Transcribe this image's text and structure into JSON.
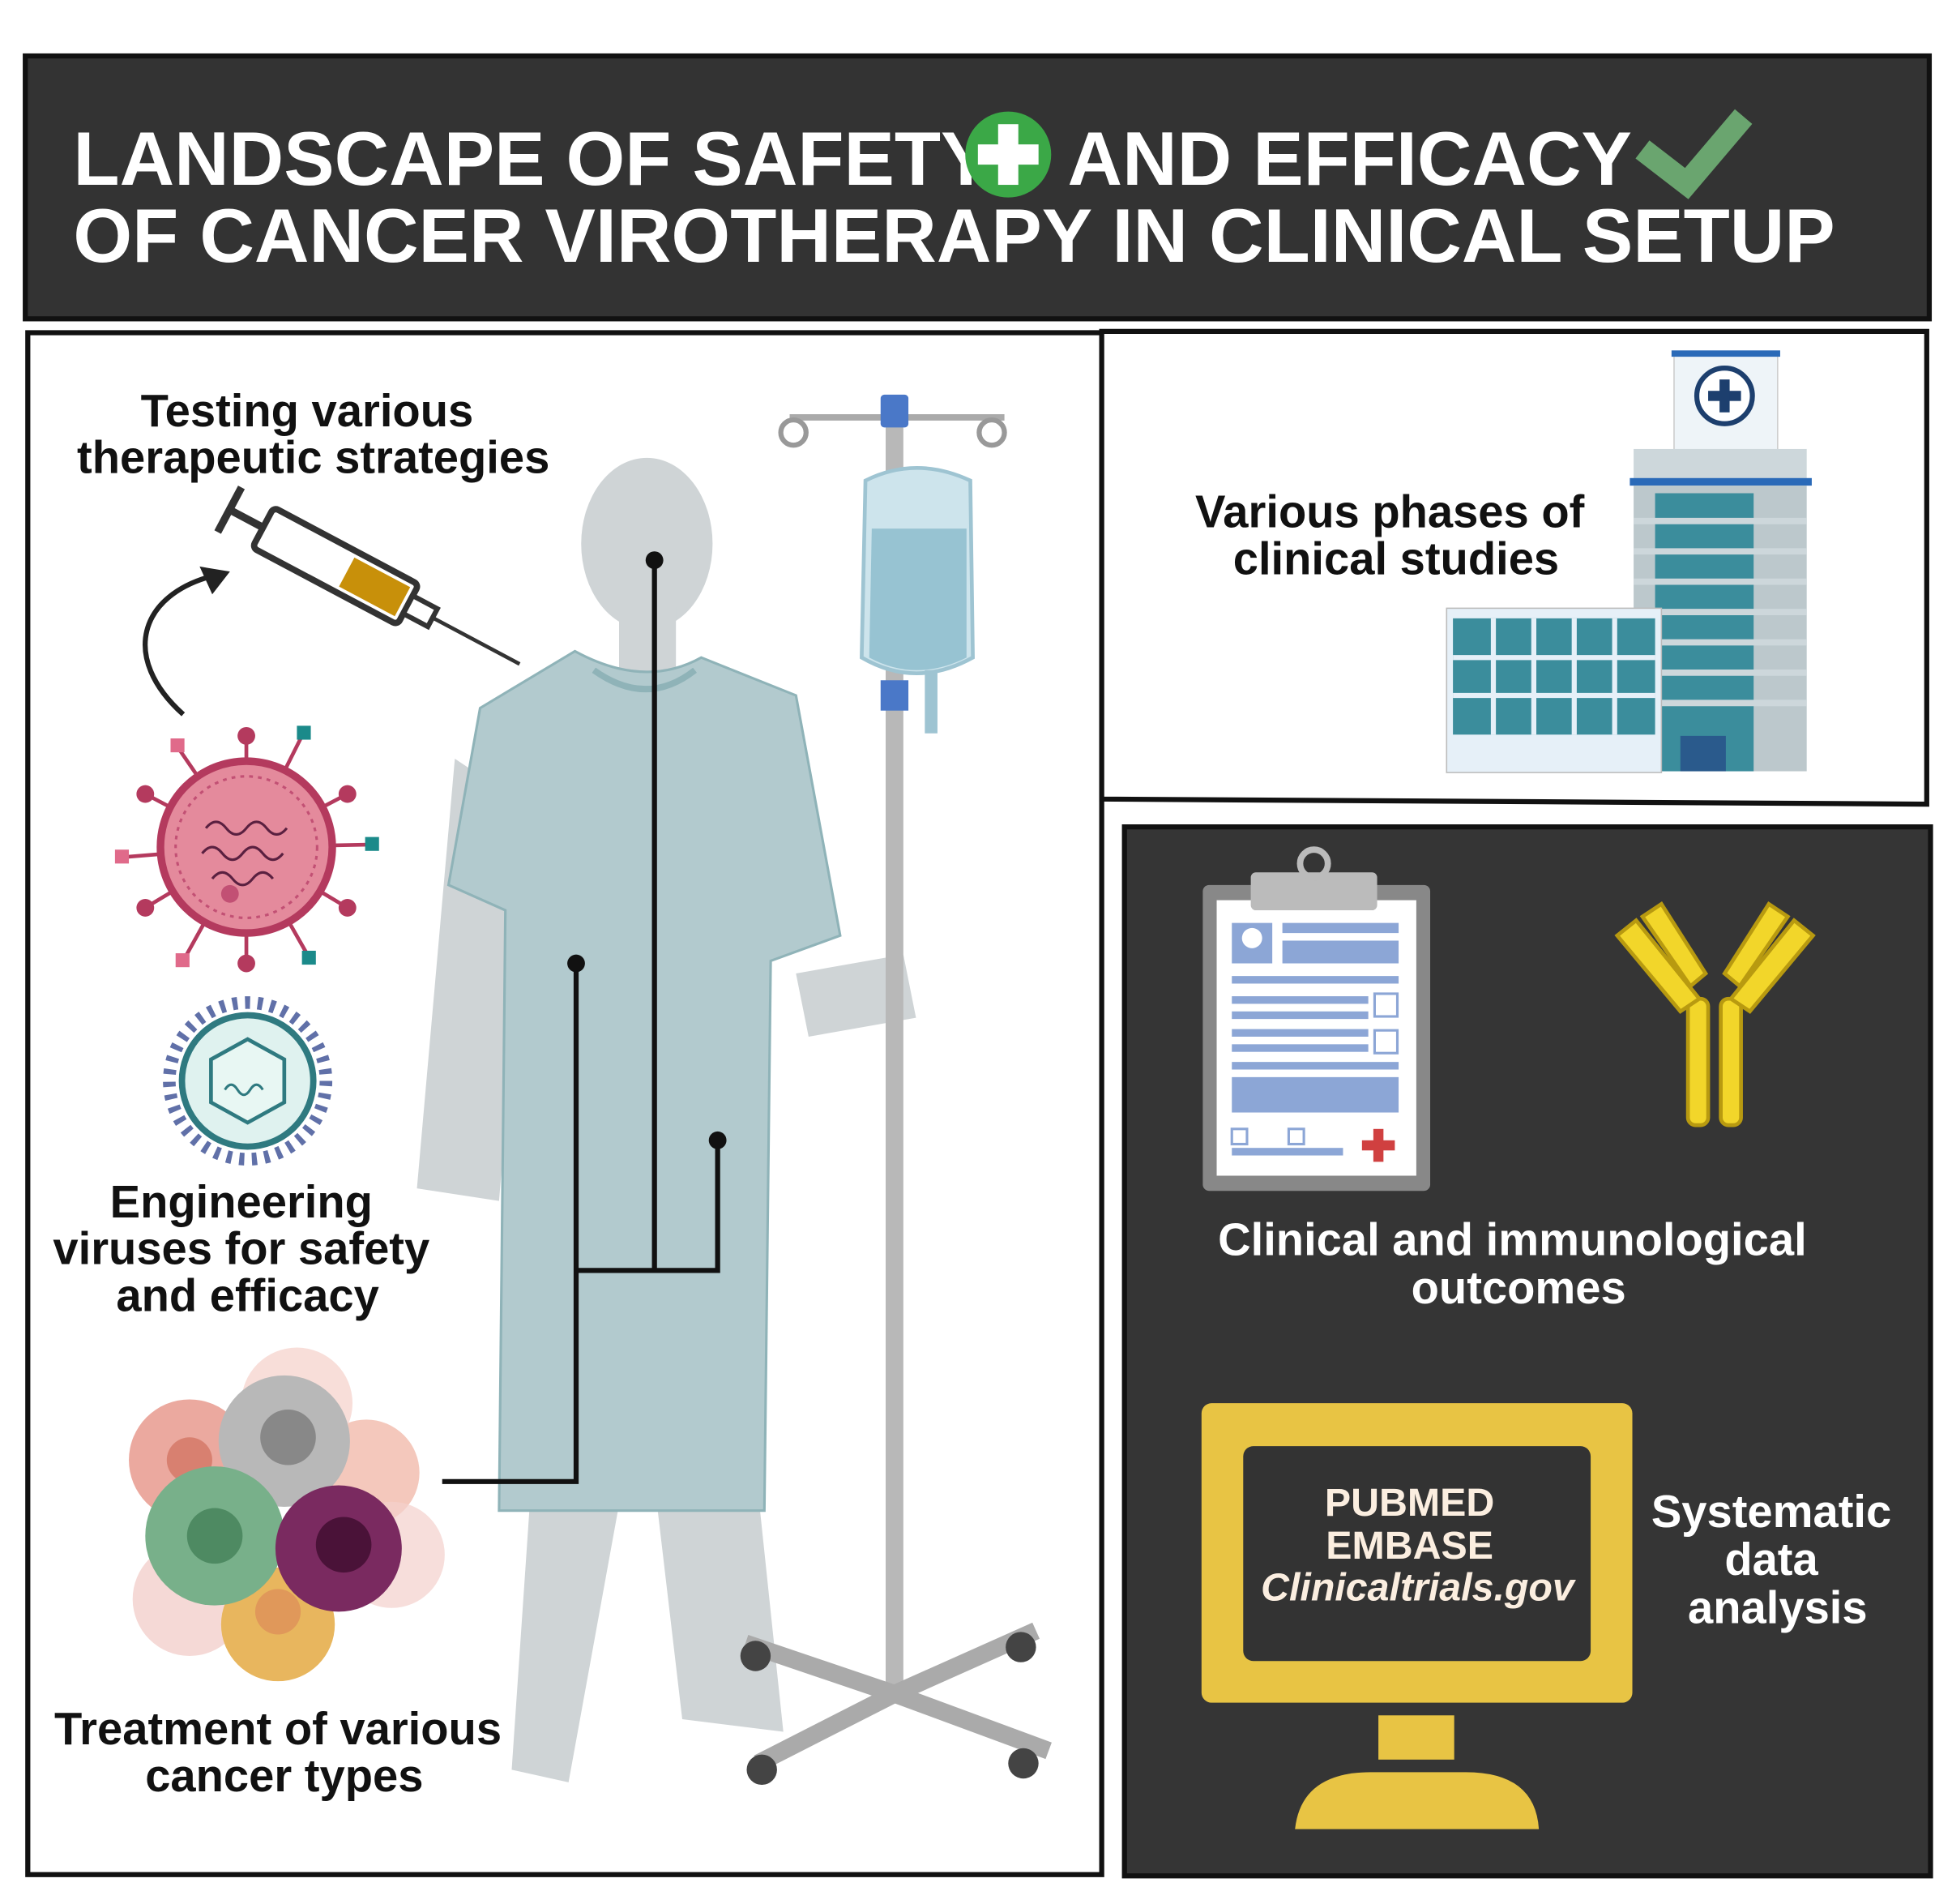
{
  "header": {
    "title_line1_part1": "LANDSCAPE OF SAFETY",
    "title_line1_part2": "AND EFFICACY",
    "title_line2": "OF CANCER VIROTHERAPY IN CLINICAL SETUP",
    "safety_icon": "plus-circle-icon",
    "efficacy_icon": "checkmark-icon"
  },
  "left_panel": {
    "testing_label": [
      "Testing various",
      "therapeutic strategies"
    ],
    "engineering_label": [
      "Engineering",
      "viruses for safety",
      "and efficacy"
    ],
    "treatment_label": [
      "Treatment of various",
      "cancer types"
    ]
  },
  "top_right_panel": {
    "phases_label": [
      "Various phases of",
      "clinical studies"
    ]
  },
  "bottom_right_panel": {
    "outcomes_label": [
      "Clinical and immunological",
      "outcomes"
    ],
    "databases": [
      "PUBMED",
      "EMBASE",
      "Clinicaltrials.gov"
    ],
    "analysis_label": [
      "Systematic",
      "data",
      "analysis"
    ]
  },
  "colors": {
    "header_bg": "#333333",
    "dark_panel_bg": "#353535",
    "green_plus": "#3ba847",
    "green_check": "#6aa56f",
    "monitor_yellow": "#e8c444",
    "gown": "#b2cace"
  }
}
